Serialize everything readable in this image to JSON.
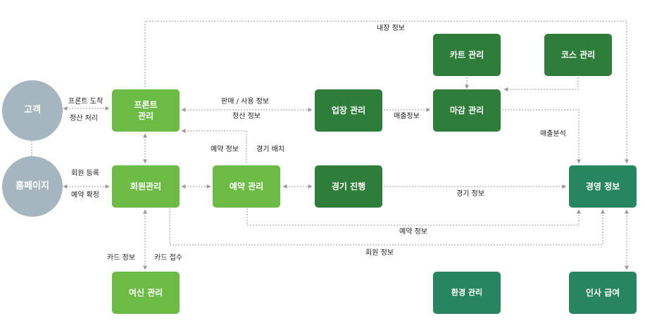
{
  "colors": {
    "circle": "#a5b6bf",
    "light_green": "#6cbb45",
    "dark_green": "#2e7d3a",
    "teal": "#27855f",
    "arrow": "#9a9a9a"
  },
  "nodes": {
    "customer": "고객",
    "homepage": "홈페이지",
    "front": "프론트\n관리",
    "member": "회원관리",
    "credit": "여신 관리",
    "reservation": "예약 관리",
    "course_op": "업장 관리",
    "game": "경기 진행",
    "cart": "카트 관리",
    "closing": "마감 관리",
    "course": "코스 관리",
    "management": "경영 정보",
    "environment": "환경 관리",
    "hr": "인사 급여"
  },
  "labels": {
    "front_arrival": "프론트 도착",
    "settlement": "정산 처리",
    "member_register": "회원 등록",
    "reservation_confirm": "예약 확정",
    "sales_usage": "판매 / 사용 정보",
    "settlement_info": "정산 정보",
    "reservation_info_1": "예약 정보",
    "game_assign": "경기 배치",
    "sales_info": "매출정보",
    "sales_analysis": "매출분석",
    "internal_info": "내장 정보",
    "game_info": "경기 정보",
    "reservation_info_2": "예약 정보",
    "member_info": "회원 정보",
    "card_info": "카드 정보",
    "card_receipt": "카드 접수"
  }
}
